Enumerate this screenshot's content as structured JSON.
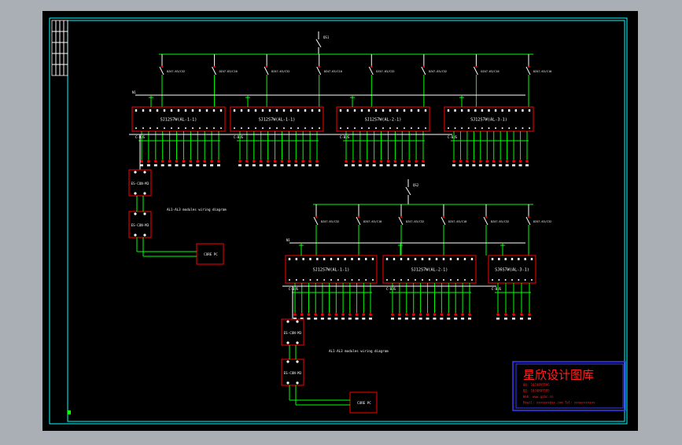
{
  "colors": {
    "viewport_bg": "#a9afb5",
    "sheet_bg": "#000000",
    "frame": "#00ffff",
    "wire": "#00ff00",
    "device": "#ff0000",
    "label": "#ffffff",
    "stamp_border": "#3a3aff",
    "stamp_text": "#ff2020"
  },
  "group1": {
    "feeder_label": "QS1",
    "feeder_sub": "",
    "bus_label": "N1",
    "breakers": [
      "DZ47-63/C32",
      "DZ47-63/C10",
      "DZ47-63/C32",
      "DZ47-63/C10",
      "DZ47-63/C32",
      "DZ47-63/C32",
      "DZ47-63/C16",
      "DZ47-63/C10"
    ],
    "modules": [
      "SJ12S7W(AL-1-1)",
      "SJ12S7W(AL-1-1)",
      "SJ12S7W(AL-2-1)",
      "SJ12S7W(AL-3-1)"
    ],
    "ctrl_labels": [
      "C-BUS",
      "C-BUS",
      "C-BUS",
      "C-BUS"
    ],
    "converters": [
      "ES-CON-M3",
      "ES-CON-M3"
    ],
    "pc_label": "CORE PC",
    "note": "AL1-AL3 modules wiring diagram"
  },
  "group2": {
    "feeder_label": "QS2",
    "feeder_sub": "",
    "bus_label": "N1",
    "breakers": [
      "DZ47-63/C32",
      "DZ47-63/C10",
      "DZ47-63/C32",
      "DZ47-63/C10",
      "DZ47-63/C32",
      "DZ47-63/C32"
    ],
    "modules": [
      "SJ12S7W(AL-1-1)",
      "SJ12S7W(AL-2-1)",
      "SJ6S7W(AL-3-1)"
    ],
    "ctrl_labels": [
      "C-BUS",
      "C-BUS",
      "C-BUS"
    ],
    "converters": [
      "ES-CON-M3",
      "ES-CON-M3"
    ],
    "pc_label": "CORE PC",
    "note": "AL1-AL3 modules wiring diagram"
  },
  "stamp": {
    "title": "星欣设计图库",
    "lines": [
      "QQ: 1074897595",
      "QQ: 1074897595",
      "Web: www.gzbc.cn",
      "Email: xxxxxxx@xx.com  Tel: xxxxxxxxxxx"
    ]
  }
}
